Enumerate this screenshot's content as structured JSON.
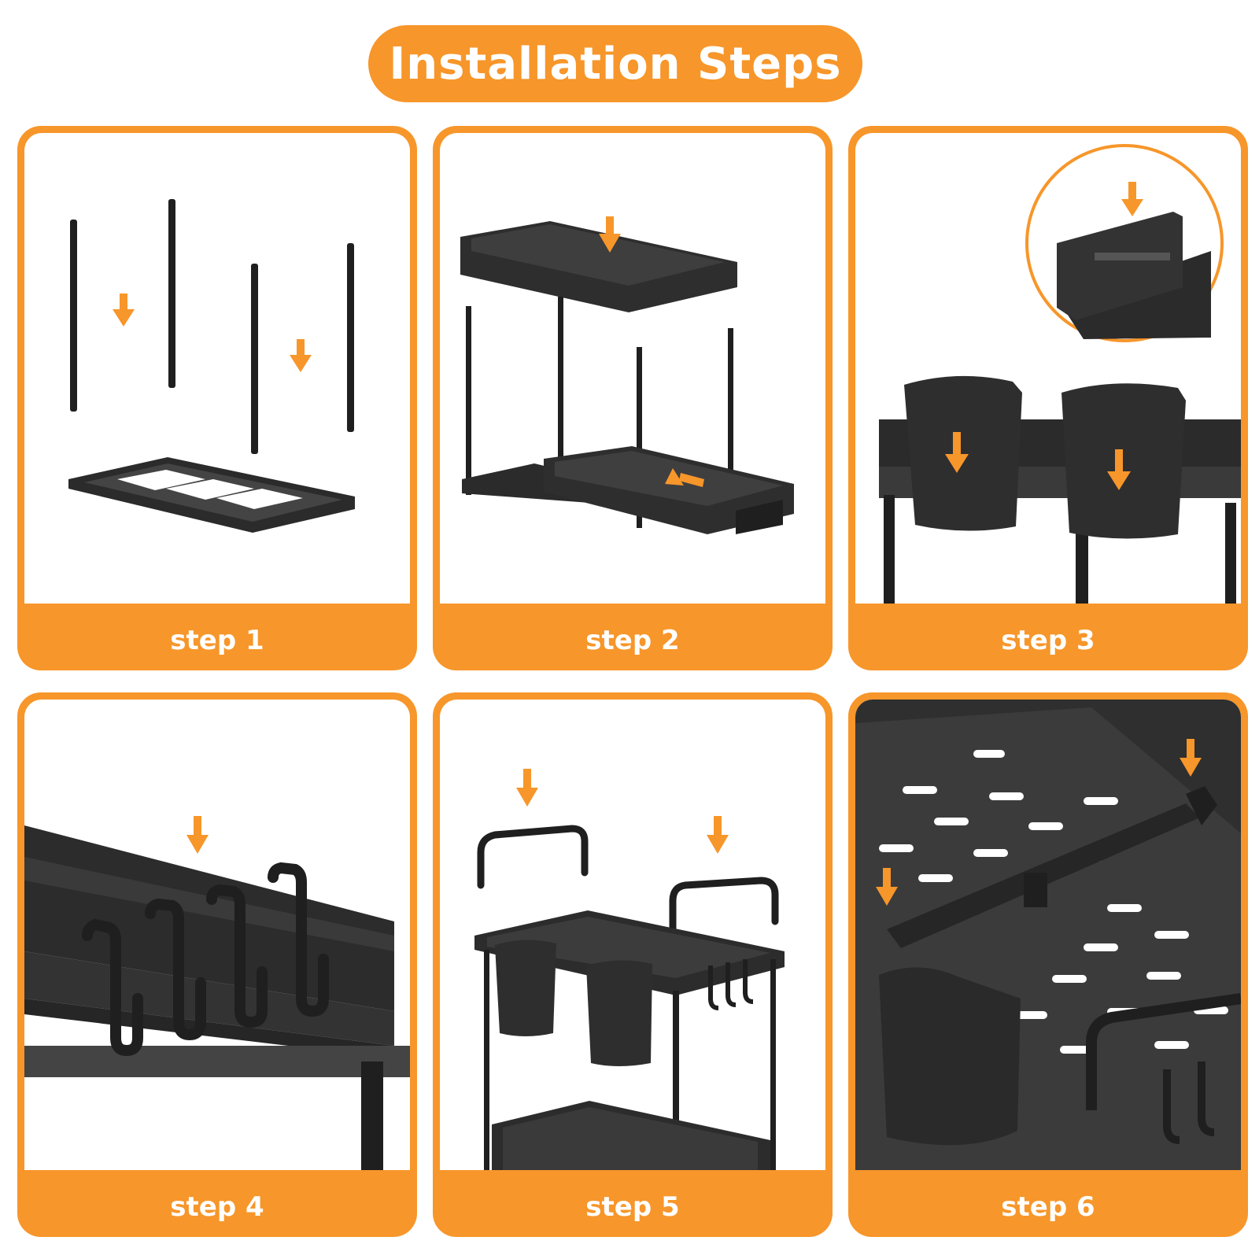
{
  "header": {
    "title": "Installation Steps"
  },
  "steps": [
    {
      "label": "step 1",
      "illustration": "rods-and-base-frame"
    },
    {
      "label": "step 2",
      "illustration": "shelf-and-drawer-assembly"
    },
    {
      "label": "step 3",
      "illustration": "hanging-cups"
    },
    {
      "label": "step 4",
      "illustration": "hooks-on-shelf-rim"
    },
    {
      "label": "step 5",
      "illustration": "handles-on-assembled-rack"
    },
    {
      "label": "step 6",
      "illustration": "adjustable-divider"
    }
  ],
  "colors": {
    "accent": "#F7962A",
    "product": "#2b2b2b",
    "background": "#ffffff"
  }
}
